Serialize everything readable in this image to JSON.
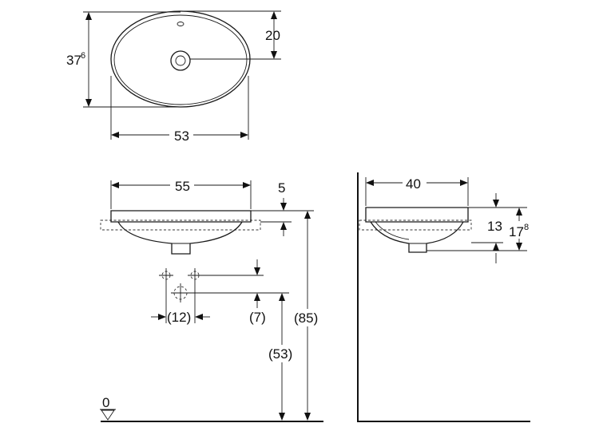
{
  "top_view": {
    "height_main": "37",
    "height_sup": "6",
    "tap_offset": "20",
    "width": "53"
  },
  "front_view": {
    "width": "55",
    "rim_height": "5",
    "waste_spacing": "(12)",
    "waste_drop": "(7)",
    "waste_height": "(53)",
    "rim_total_height": "(85)",
    "floor_level": "0"
  },
  "side_view": {
    "depth": "40",
    "bowl_depth": "13",
    "total_main": "17",
    "total_sup": "8"
  }
}
